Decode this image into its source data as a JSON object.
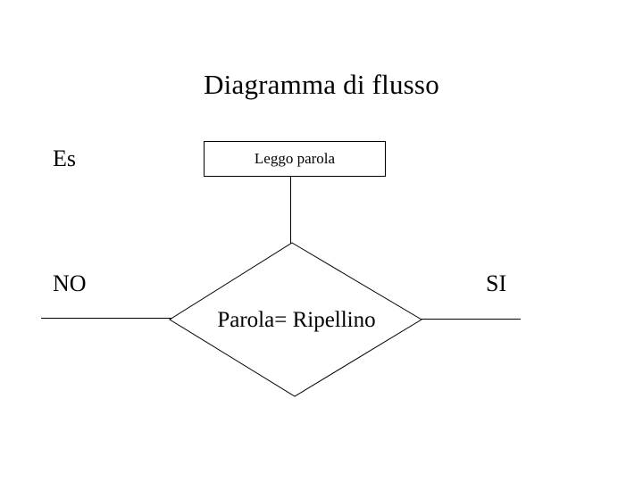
{
  "slide": {
    "background_color": "#ffffff",
    "stroke_color": "#000000",
    "title": "Diagramma di flusso"
  },
  "labels": {
    "example": "Es",
    "branch_no": "NO",
    "branch_yes": "SI"
  },
  "nodes": {
    "process": {
      "shape": "rectangle",
      "text": "Leggo parola"
    },
    "decision": {
      "shape": "diamond",
      "text": "Parola= Ripellino"
    }
  },
  "connectors": {
    "process_to_decision": "vertical-line",
    "decision_no_branch": "horizontal-line-left",
    "decision_yes_branch": "horizontal-line-right"
  }
}
